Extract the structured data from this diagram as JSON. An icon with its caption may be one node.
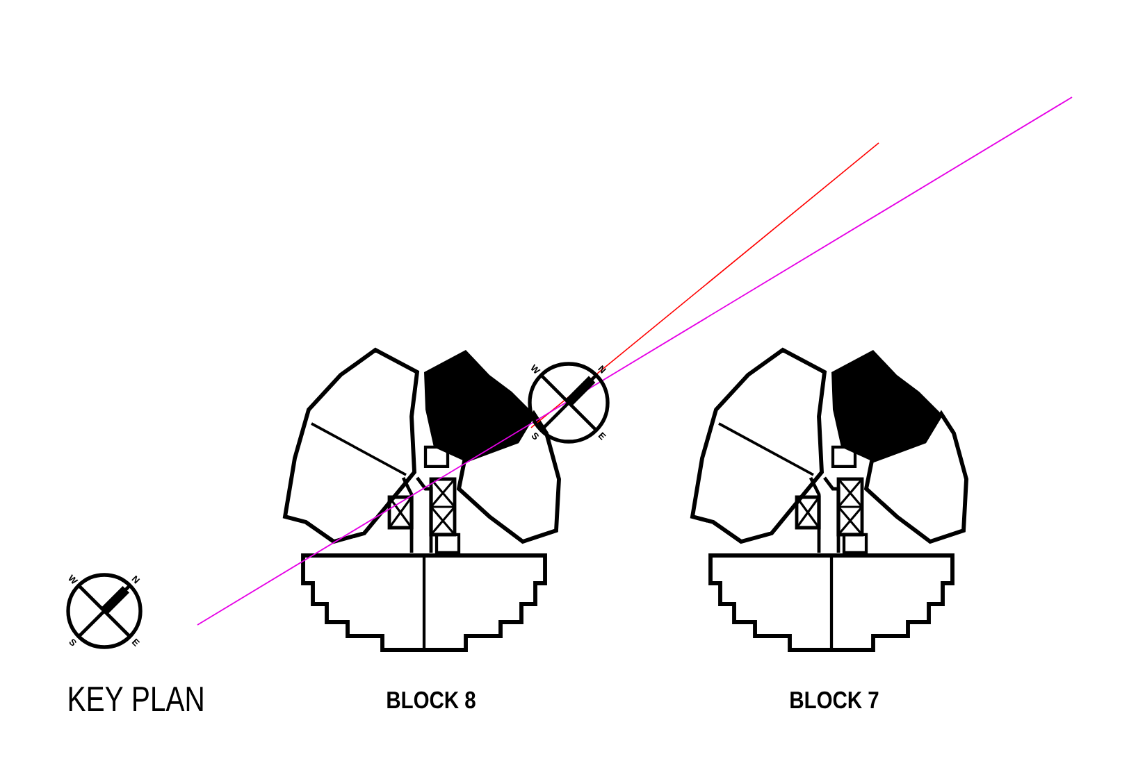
{
  "diagram": {
    "labels": [
      "KEY PLAN",
      "BLOCK 8",
      "BLOCK 7",
      "W",
      "N",
      "S",
      "E",
      "W",
      "N",
      "S",
      "E"
    ]
  }
}
